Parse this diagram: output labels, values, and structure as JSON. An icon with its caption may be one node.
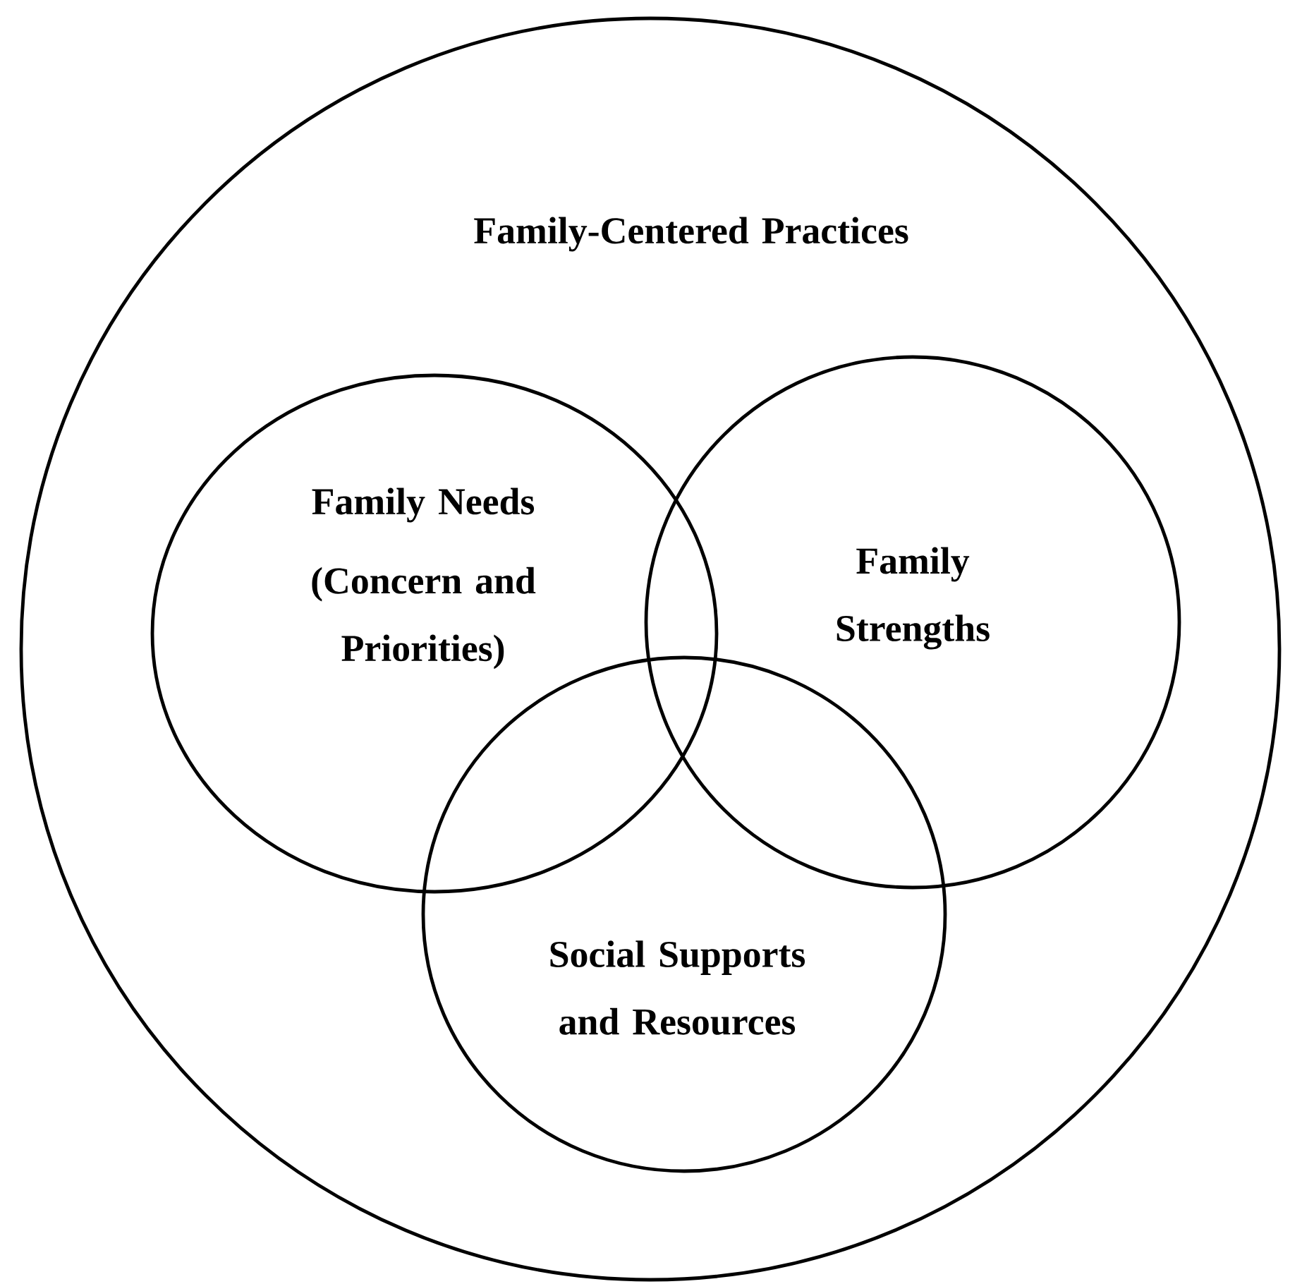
{
  "diagram": {
    "nodes": [
      {
        "text": [
          "Family-Centered Practices"
        ]
      },
      {
        "text": [
          "Family Needs",
          "(Concern and Priorities)"
        ],
        "in": 0
      },
      {
        "text": [
          "Family Strengths"
        ],
        "in": 0
      },
      {
        "text": [
          "Social Supports and Resources"
        ],
        "in": 0
      }
    ]
  }
}
